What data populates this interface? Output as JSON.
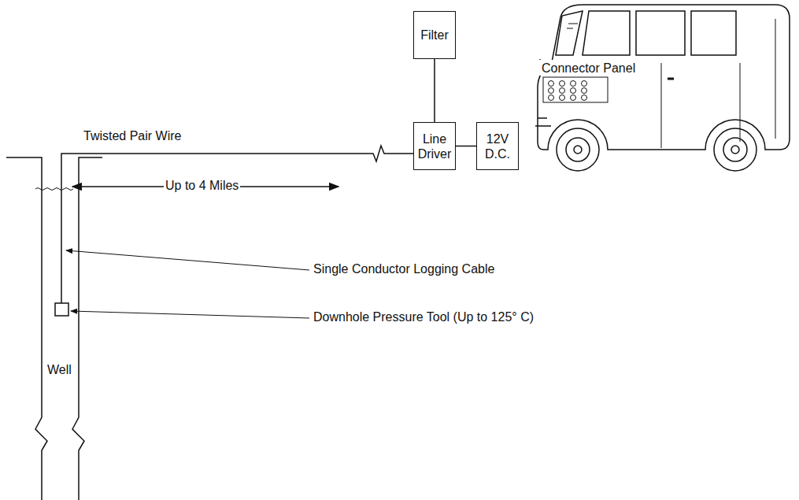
{
  "diagram": {
    "nodes": [
      {
        "text": [
          "Filter"
        ]
      },
      {
        "text": [
          "Line Driver"
        ]
      },
      {
        "text": [
          "12V D.C."
        ]
      },
      {
        "text": [
          "Connector Panel"
        ]
      }
    ],
    "edges": [
      {
        "from": 0,
        "to": 1,
        "arrow": "none"
      },
      {
        "from": 1,
        "to": 2,
        "arrow": "none"
      },
      {
        "from": 0,
        "to": 3,
        "arrow": "none"
      }
    ],
    "labels": [
      "Twisted Pair Wire",
      "Up to 4 Miles",
      "Single Conductor Logging Cable",
      "Downhole Pressure Tool (Up to 125° C)",
      "Well"
    ]
  }
}
